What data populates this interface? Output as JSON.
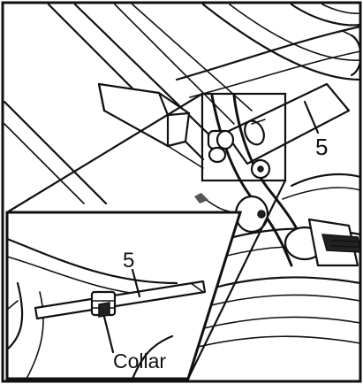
{
  "figure": {
    "callouts": {
      "main_part": "5",
      "inset_part": "5",
      "collar": "Collar"
    },
    "colors": {
      "line": "#111111",
      "background": "#ffffff"
    }
  }
}
